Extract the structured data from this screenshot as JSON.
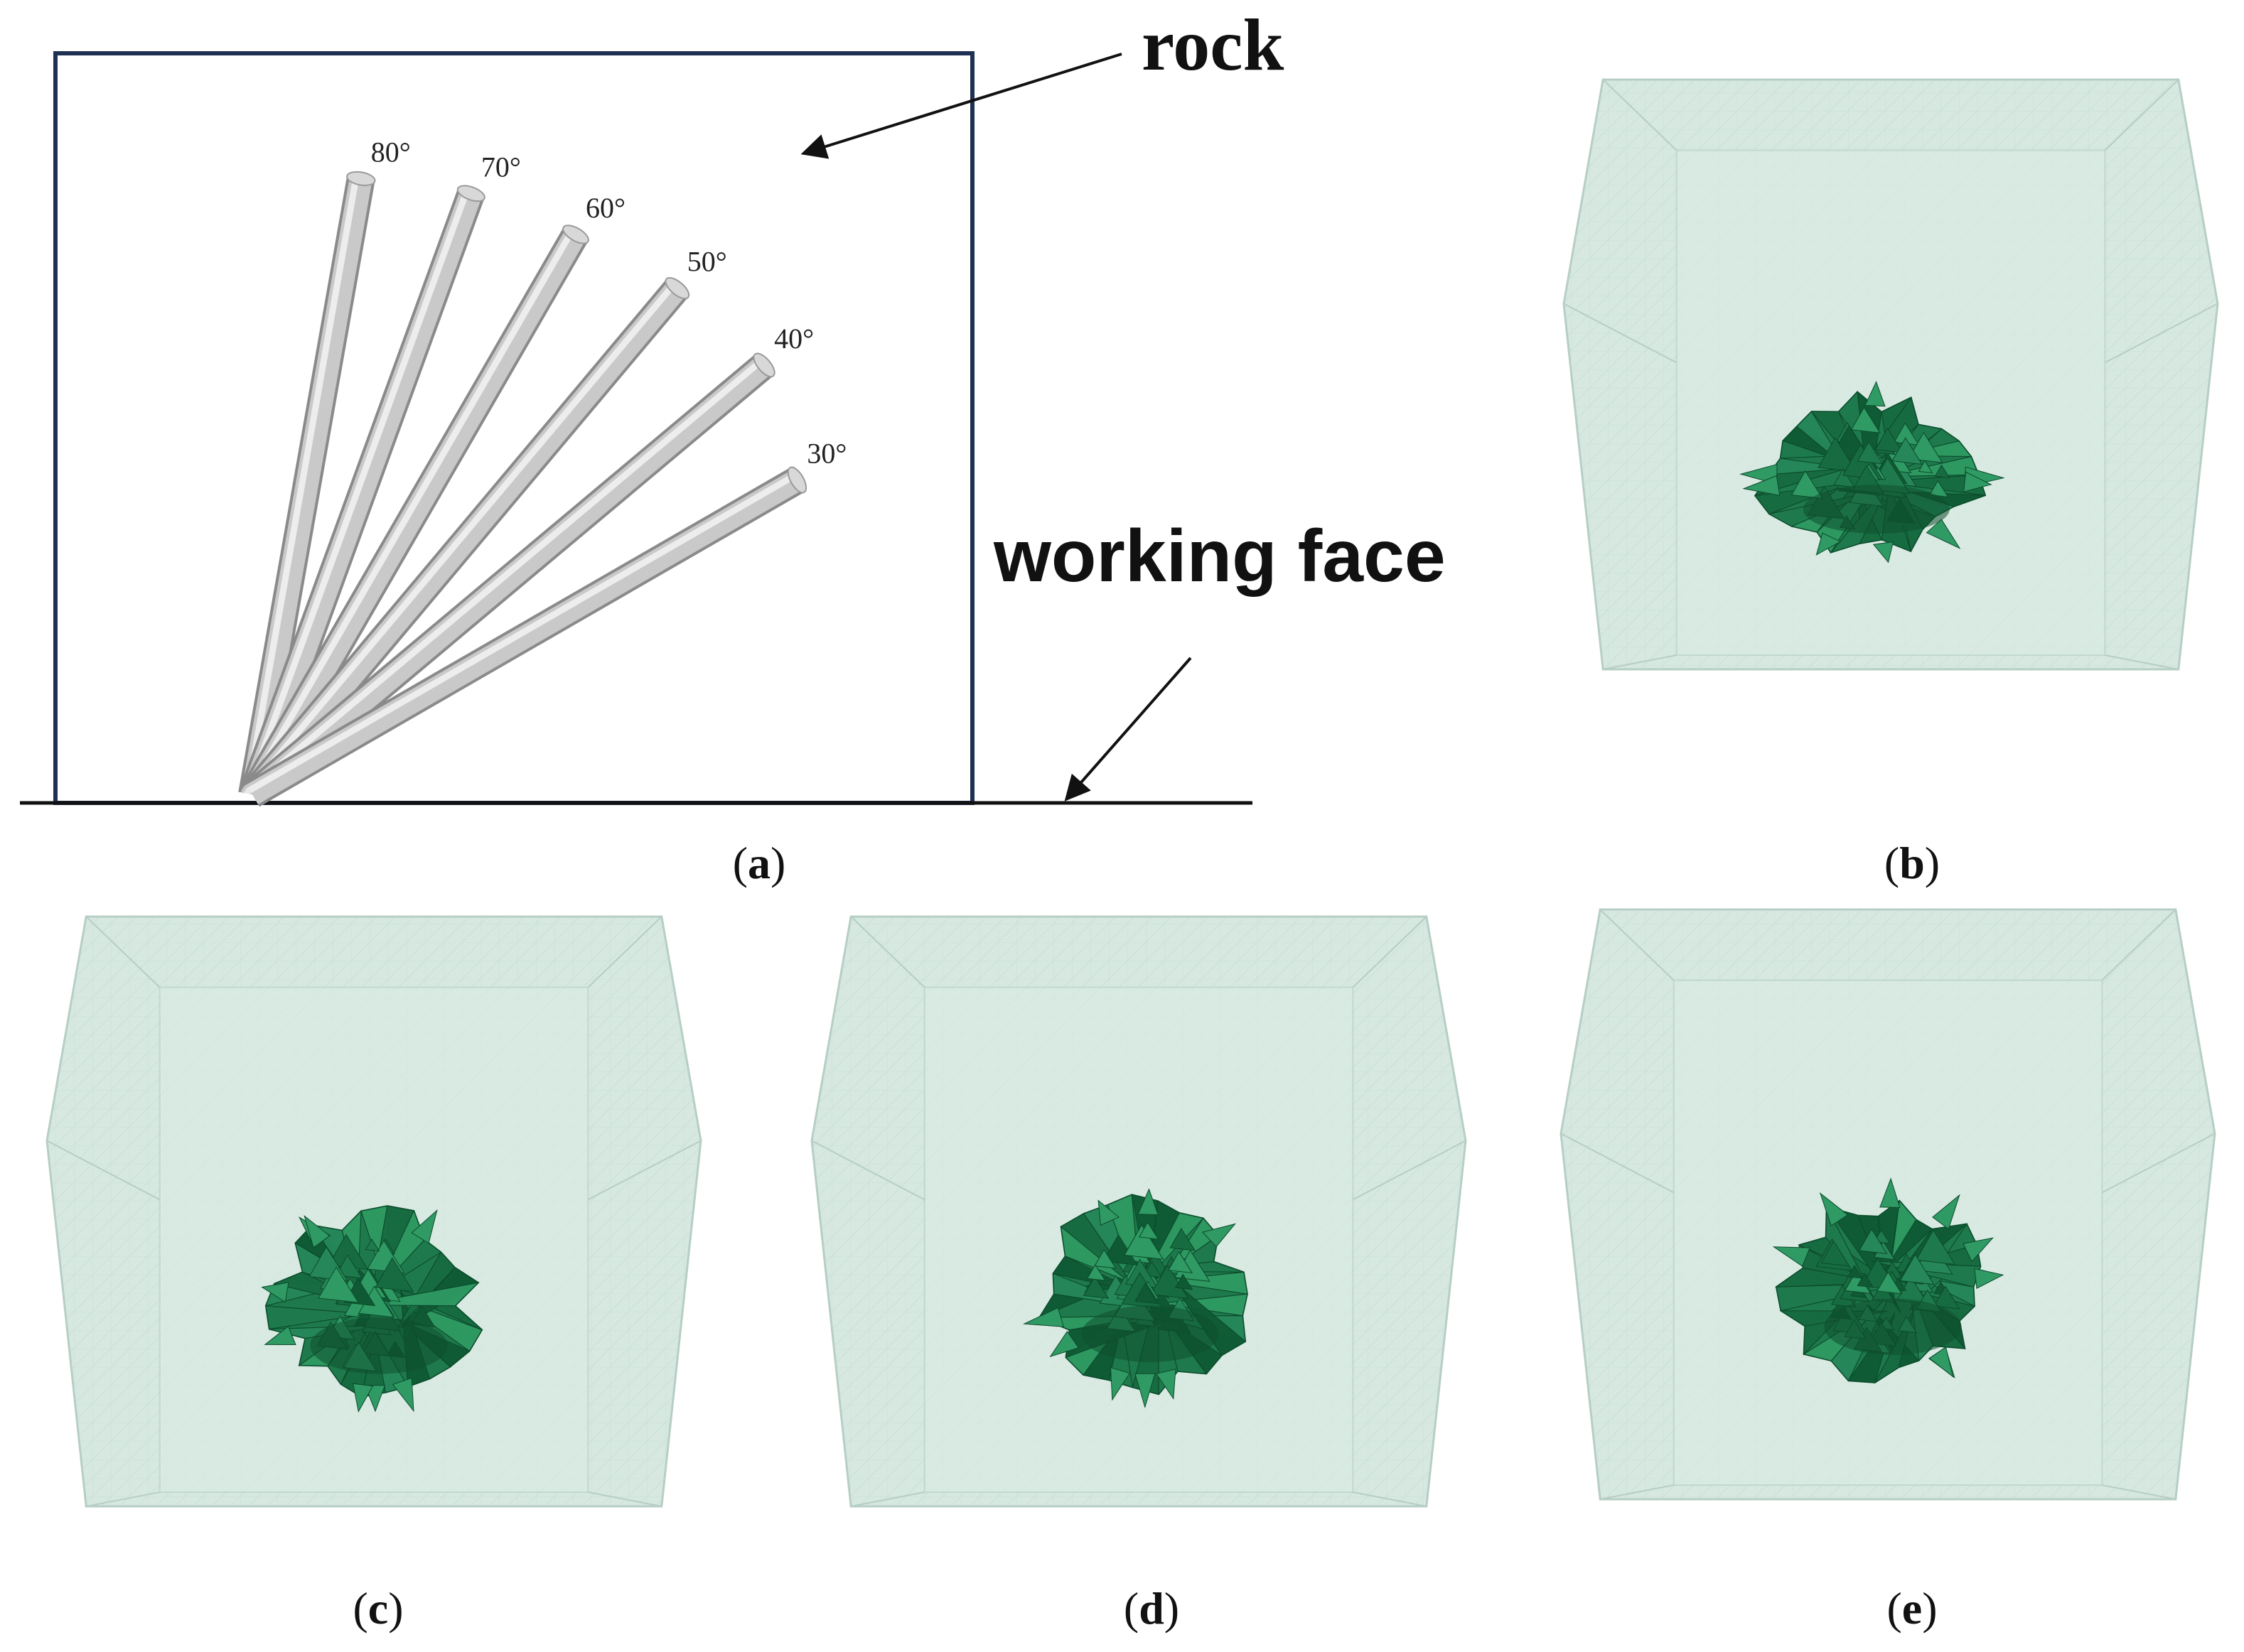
{
  "panel_a": {
    "angles": [
      {
        "label": "80°",
        "degrees": 80
      },
      {
        "label": "70°",
        "degrees": 70
      },
      {
        "label": "60°",
        "degrees": 60
      },
      {
        "label": "50°",
        "degrees": 50
      },
      {
        "label": "40°",
        "degrees": 40
      },
      {
        "label": "30°",
        "degrees": 30
      }
    ],
    "rock_label": "rock",
    "working_face_label": "working face",
    "colors": {
      "frame": "#1f3153",
      "borehole": "#bdbdbd",
      "ground_line": "#111111"
    }
  },
  "panels": [
    {
      "id": "a",
      "letter": "a"
    },
    {
      "id": "b",
      "letter": "b"
    },
    {
      "id": "c",
      "letter": "c"
    },
    {
      "id": "d",
      "letter": "d"
    },
    {
      "id": "e",
      "letter": "e"
    }
  ],
  "model_colors": {
    "block_face": "#d6e8e0",
    "block_edge": "#b6cec4",
    "mesh_line": "#bcd3ca",
    "damage_zone": "#1e7a4c",
    "damage_zone_dark": "#0f5a34",
    "damage_zone_light": "#2f9a63"
  }
}
